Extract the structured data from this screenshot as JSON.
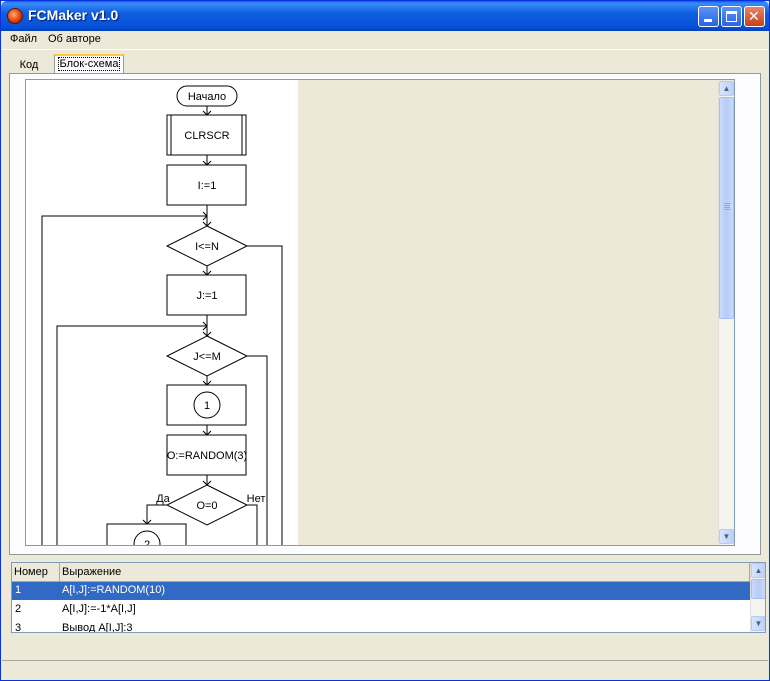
{
  "window": {
    "title": "FCMaker v1.0"
  },
  "menu": {
    "file": "Файл",
    "about": "Об авторе"
  },
  "tabs": {
    "code": "Код",
    "flowchart": "Блок-схема"
  },
  "flowchart": {
    "start": "Начало",
    "clrscr": "CLRSCR",
    "i_assign": "I:=1",
    "i_cond": "I<=N",
    "j_assign": "J:=1",
    "j_cond": "J<=M",
    "connector_1": "1",
    "o_assign": "O:=RANDOM(3)",
    "o_cond": "O=0",
    "yes_label": "Да",
    "no_label": "Нет",
    "connector_2": "2"
  },
  "grid": {
    "col_number": "Номер",
    "col_expression": "Выражение",
    "rows": [
      {
        "num": "1",
        "expr": "A[I,J]:=RANDOM(10)"
      },
      {
        "num": "2",
        "expr": "A[I,J]:=-1*A[I,J]"
      },
      {
        "num": "3",
        "expr": "Вывод A[I,J]:3"
      }
    ]
  },
  "colors": {
    "selection": "#316ac5",
    "titlebar": "#0a5ee8"
  }
}
